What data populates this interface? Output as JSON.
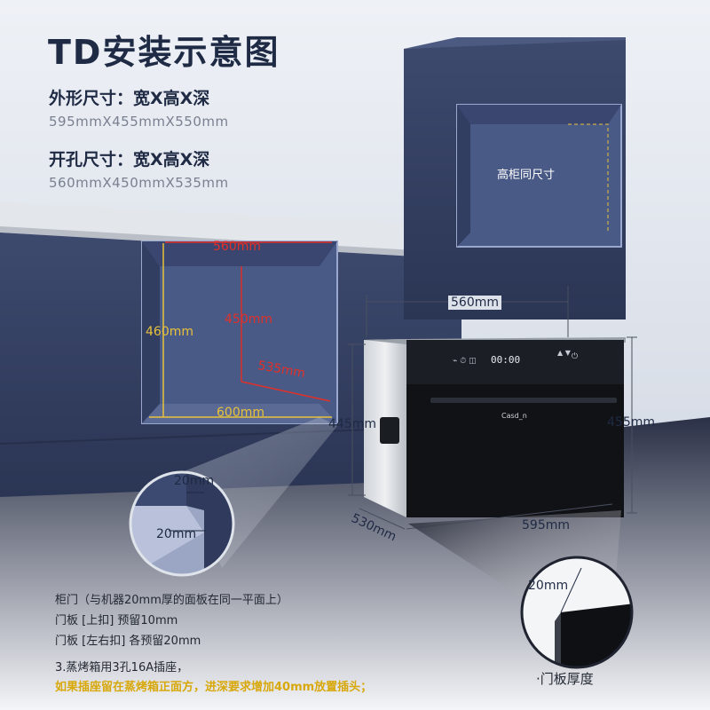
{
  "title": "TD安装示意图",
  "outer": {
    "label": "外形尺寸：宽X高X深",
    "size": "595mmX455mmX550mm"
  },
  "hole": {
    "label": "开孔尺寸：宽X高X深",
    "size": "560mmX450mmX535mm"
  },
  "tall_cabinet_label": "高柜同尺寸",
  "cutout_dims": {
    "top": "560mm",
    "left": "460mm",
    "back": "450mm",
    "depth": "535mm",
    "bottom": "600mm"
  },
  "oven_dims": {
    "top_width": "560mm",
    "left_height": "445mm",
    "right_height": "455mm",
    "depth": "530mm",
    "width": "595mm"
  },
  "oven": {
    "brand": "Casd_n",
    "display": "00:00"
  },
  "zoom_left": {
    "gap_top": "20mm",
    "gap_bottom": "20mm"
  },
  "zoom_right": {
    "thickness": "20mm",
    "caption": "·门板厚度"
  },
  "notes": {
    "line1": "柜门（与机器20mm厚的面板在同一平面上）",
    "line2": "门板 [上扣] 预留10mm",
    "line3": "门板 [左右扣] 各预留20mm",
    "line4": "3.蒸烤箱用3孔16A插座，",
    "line5": "如果插座留在蒸烤箱正面方，进深要求增加40mm放置插头；"
  },
  "colors": {
    "cabinet": "#3c4a72",
    "accent_yellow": "#e8c23a",
    "accent_red": "#e0302a",
    "note_highlight": "#d8a80a"
  }
}
